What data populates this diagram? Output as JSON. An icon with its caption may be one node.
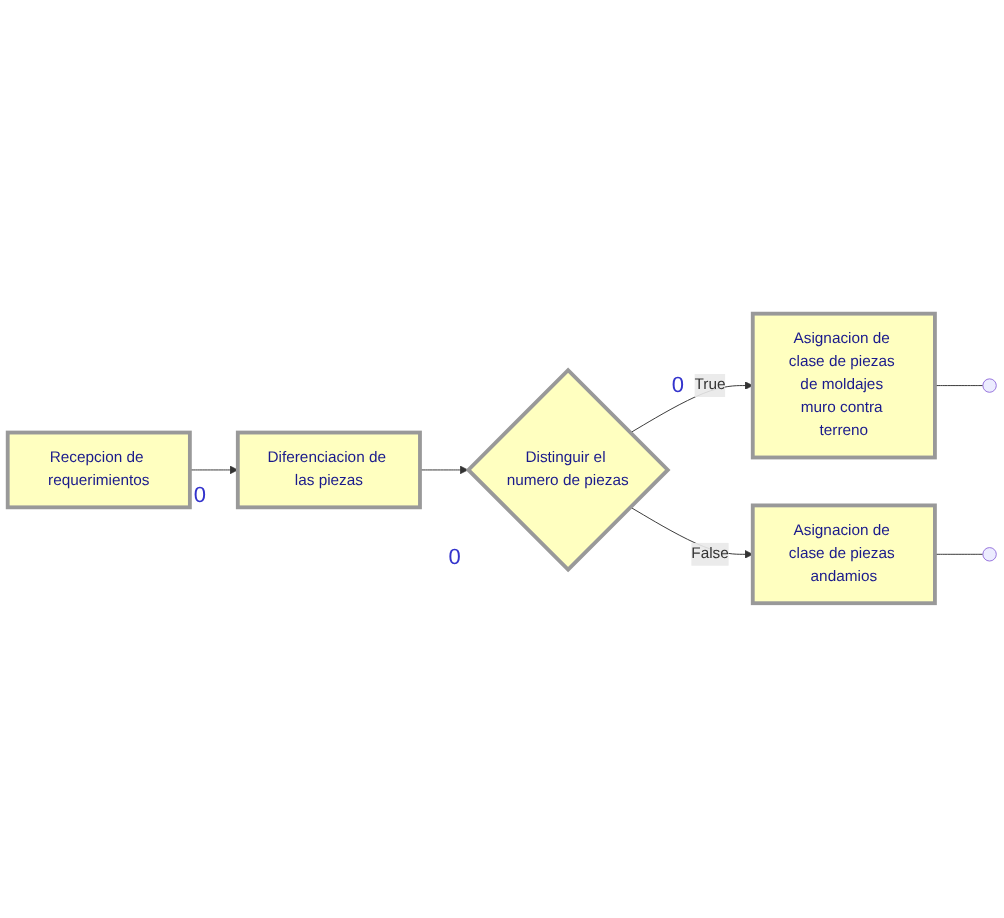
{
  "diagram": {
    "nodes": [
      {
        "text": [
          "Recepcion de requerimientos"
        ],
        "beside": [
          "0"
        ]
      },
      {
        "text": [
          "Diferenciacion de las piezas"
        ]
      },
      {
        "text": [
          "Distinguir el numero de piezas"
        ],
        "beside": [
          "0",
          "0"
        ]
      },
      {
        "text": [
          "Asignacion de clase de piezas de moldajes muro contra terreno"
        ]
      },
      {
        "text": [
          "Asignacion de clase de piezas andamios"
        ]
      }
    ],
    "edges": [
      {
        "from": 0,
        "to": 1,
        "arrow": "to"
      },
      {
        "from": 1,
        "to": 2,
        "arrow": "to"
      },
      {
        "from": 2,
        "to": 3,
        "arrow": "to",
        "label": "True"
      },
      {
        "from": 2,
        "to": 4,
        "arrow": "to",
        "label": "False"
      },
      {
        "from": 3,
        "to": null,
        "arrow": "none"
      },
      {
        "from": 4,
        "to": null,
        "arrow": "none"
      }
    ]
  }
}
